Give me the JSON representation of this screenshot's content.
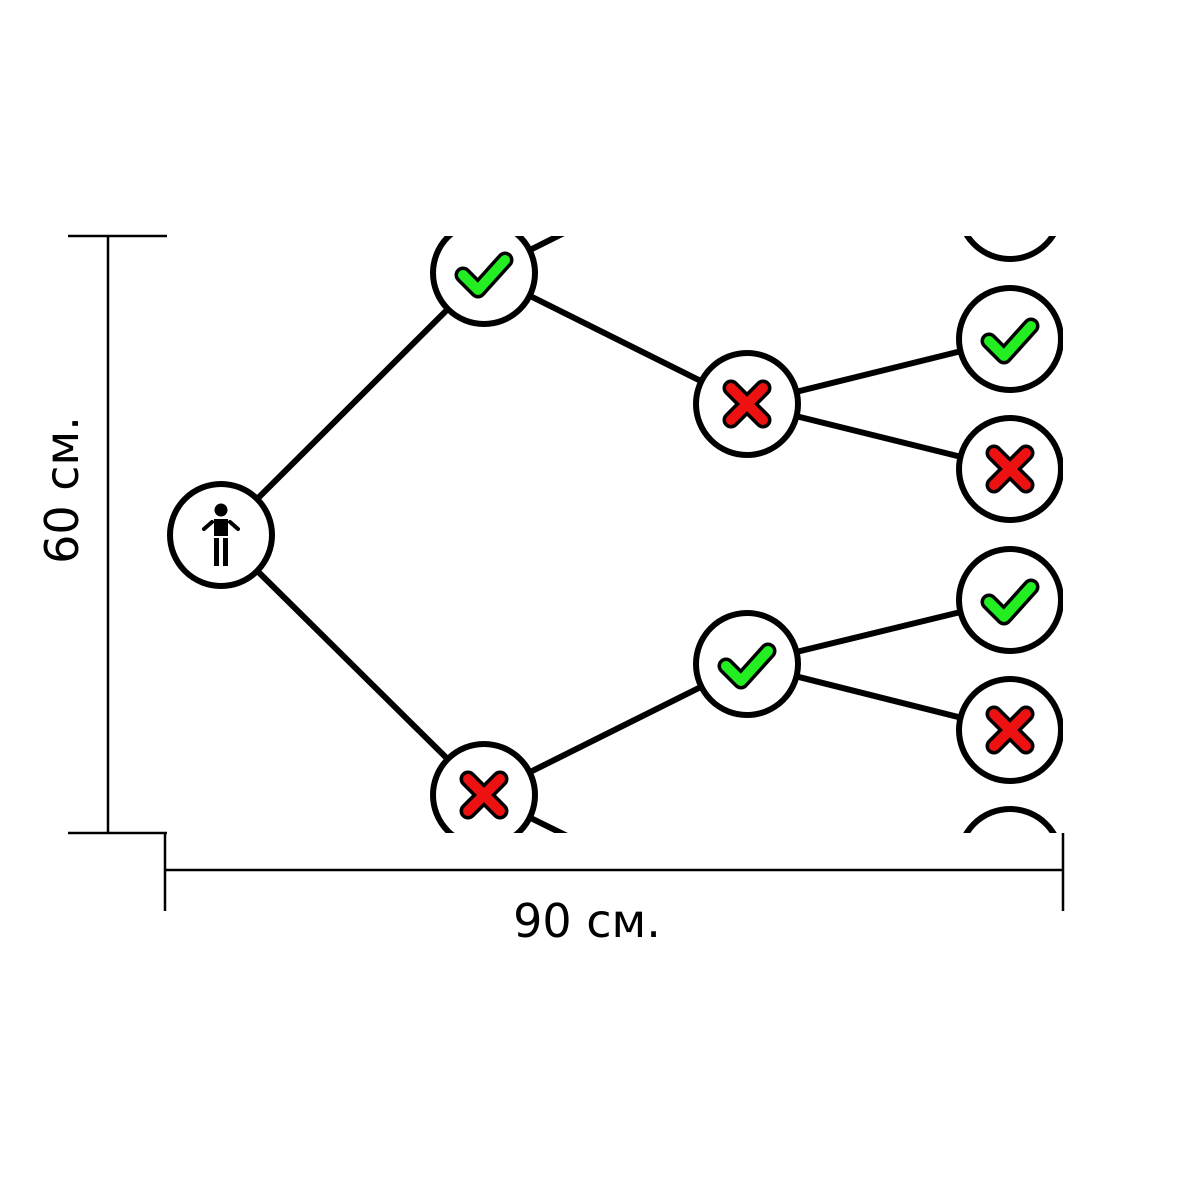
{
  "dimensions": {
    "width_label": "90 см.",
    "height_label": "60 см."
  },
  "tree": {
    "root_icon": "person-icon",
    "nodes": [
      {
        "id": "root",
        "kind": "person"
      },
      {
        "id": "n1",
        "kind": "check"
      },
      {
        "id": "n2",
        "kind": "cross"
      },
      {
        "id": "n3",
        "kind": "cross"
      },
      {
        "id": "n4",
        "kind": "check"
      },
      {
        "id": "l1",
        "kind": "empty"
      },
      {
        "id": "l2",
        "kind": "check"
      },
      {
        "id": "l3",
        "kind": "cross"
      },
      {
        "id": "l4",
        "kind": "check"
      },
      {
        "id": "l5",
        "kind": "cross"
      },
      {
        "id": "l6",
        "kind": "empty"
      }
    ],
    "edges": [
      [
        "root",
        "n1"
      ],
      [
        "root",
        "n2"
      ],
      [
        "n1",
        "n3"
      ],
      [
        "n2",
        "n4"
      ],
      [
        "n3",
        "l2"
      ],
      [
        "n3",
        "l3"
      ],
      [
        "n4",
        "l4"
      ],
      [
        "n4",
        "l5"
      ]
    ]
  },
  "colors": {
    "check": "#22ee22",
    "cross": "#ee1111",
    "outline": "#000000",
    "background": "#ffffff"
  }
}
